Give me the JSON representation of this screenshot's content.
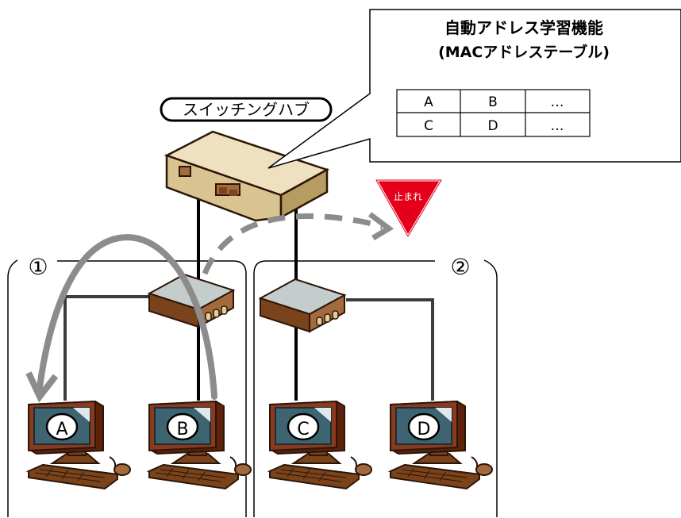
{
  "callout": {
    "title_line1": "自動アドレス学習機能",
    "title_line2": "(MACアドレステーブル)",
    "table": [
      [
        "A",
        "B",
        "…"
      ],
      [
        "C",
        "D",
        "…"
      ]
    ]
  },
  "switch_label": "スイッチングハブ",
  "stop_sign_text": "止まれ",
  "segments": [
    {
      "label": "①"
    },
    {
      "label": "②"
    }
  ],
  "computers": [
    {
      "label": "A"
    },
    {
      "label": "B"
    },
    {
      "label": "C"
    },
    {
      "label": "D"
    }
  ],
  "colors": {
    "stop_sign": "#e4001b",
    "switch_body": "#efe1bf",
    "switch_side": "#d9c491",
    "monitor_frame": "#8b3a1e",
    "screen": "#3d6470",
    "hub_top": "#c5cccc",
    "arrow_gray": "#8c8c8c"
  }
}
